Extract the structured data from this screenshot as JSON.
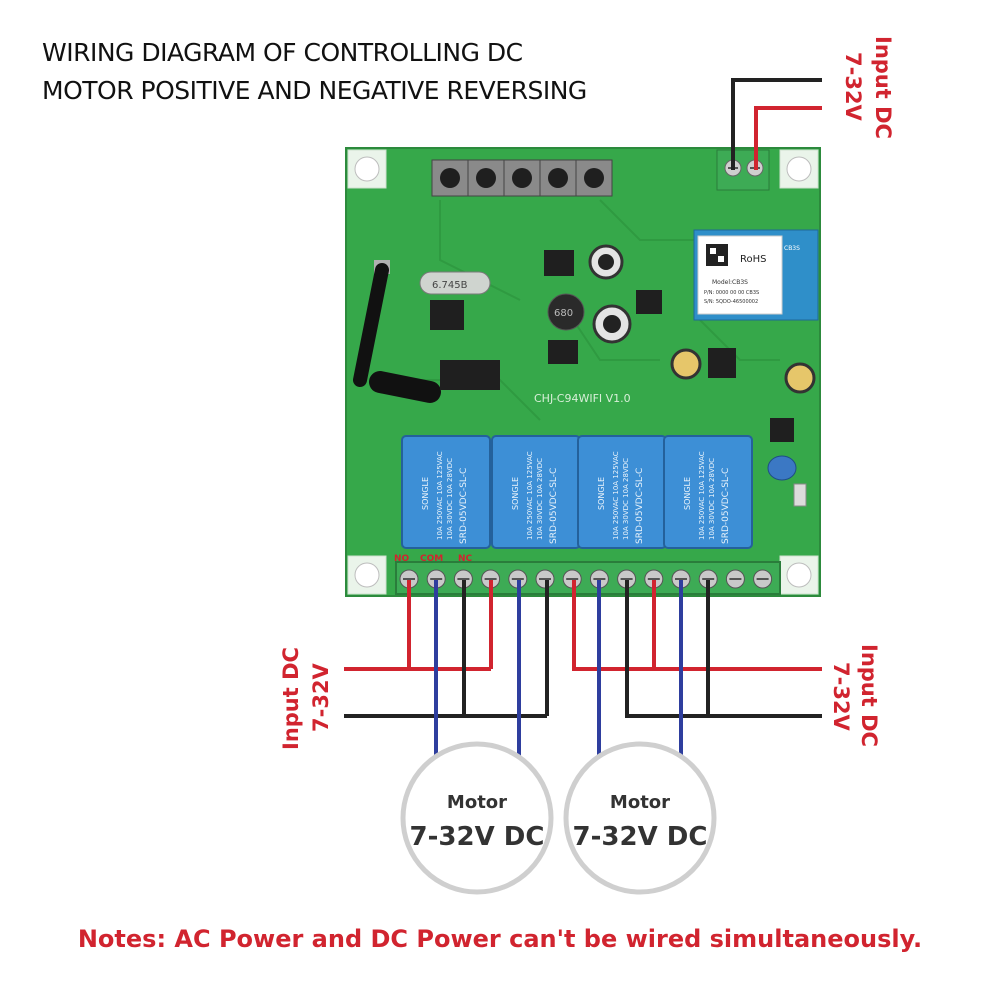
{
  "title": {
    "line1": "WIRING DIAGRAM OF CONTROLLING DC",
    "line2": "MOTOR POSITIVE AND NEGATIVE REVERSING"
  },
  "power_inputs": {
    "top": {
      "line1": "Input DC",
      "line2": "7-32V"
    },
    "left": {
      "line1": "Input DC",
      "line2": "7-32V"
    },
    "right": {
      "line1": "Input DC",
      "line2": "7-32V"
    }
  },
  "terminal_labels": {
    "no": "NO",
    "com": "COM",
    "nc": "NC"
  },
  "board": {
    "model": "CHJ-C94WIFI V1.0",
    "crystal": "6.745B",
    "inductor": "680",
    "module": {
      "rohs": "RoHS",
      "chip": "CB3S",
      "model": "Model:CB3S",
      "pn": "P/N: 0000 00 00 CB3S",
      "sn": "S/N: 5QDO-46500002"
    },
    "relay_text": {
      "brand": "SONGLE",
      "rating1": "10A 250VAC 10A 125VAC",
      "rating2": "10A 30VDC 10A 28VDC",
      "model": "SRD-05VDC-SL-C"
    }
  },
  "motors": [
    {
      "label": "Motor",
      "voltage": "7-32V DC"
    },
    {
      "label": "Motor",
      "voltage": "7-32V DC"
    }
  ],
  "note": "Notes: AC Power and DC Power can't be wired simultaneously.",
  "colors": {
    "positive_wire": "#d1242f",
    "negative_wire": "#222222",
    "motor_wire": "#2e3e9e",
    "pcb": "#36a84a",
    "relay": "#3d8fd6",
    "terminal": "#3dab55",
    "text_red": "#d1242f"
  }
}
